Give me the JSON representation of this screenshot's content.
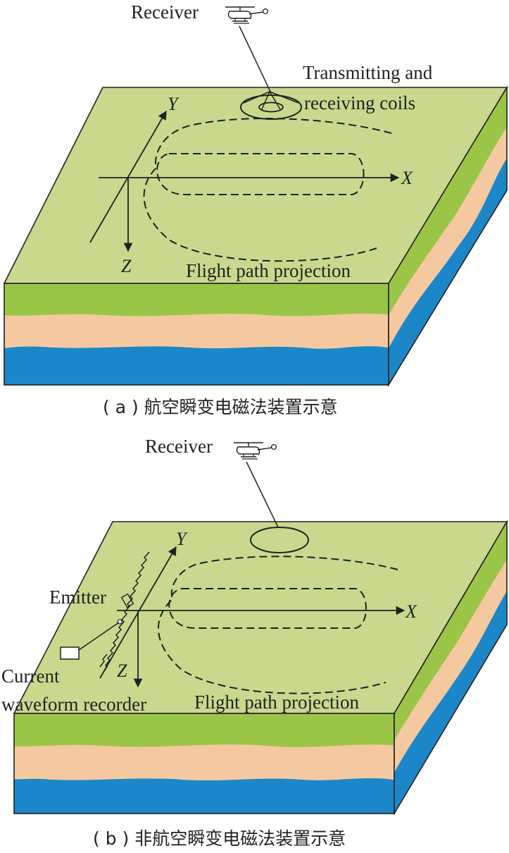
{
  "panel_a": {
    "receiver_label": "Receiver",
    "coils_label_line1": "Transmitting and",
    "coils_label_line2": "receiving coils",
    "x_label": "X",
    "y_label": "Y",
    "z_label": "Z",
    "flight_label": "Flight path projection",
    "caption": "( a ) 航空瞬变电磁法装置示意"
  },
  "panel_b": {
    "receiver_label": "Receiver",
    "emitter_label": "Emitter",
    "recorder_label_line1": "Current",
    "recorder_label_line2": "waveform recorder",
    "x_label": "X",
    "y_label": "Y",
    "z_label": "Z",
    "flight_label": "Flight path projection",
    "caption": "( b ) 非航空瞬变电磁法装置示意"
  },
  "colors": {
    "surface": "#c8d98e",
    "grass": "#9bc547",
    "sand": "#f5c9a0",
    "water": "#1b87c9",
    "ink": "#231f20"
  },
  "icons": [
    "helicopter-icon"
  ]
}
